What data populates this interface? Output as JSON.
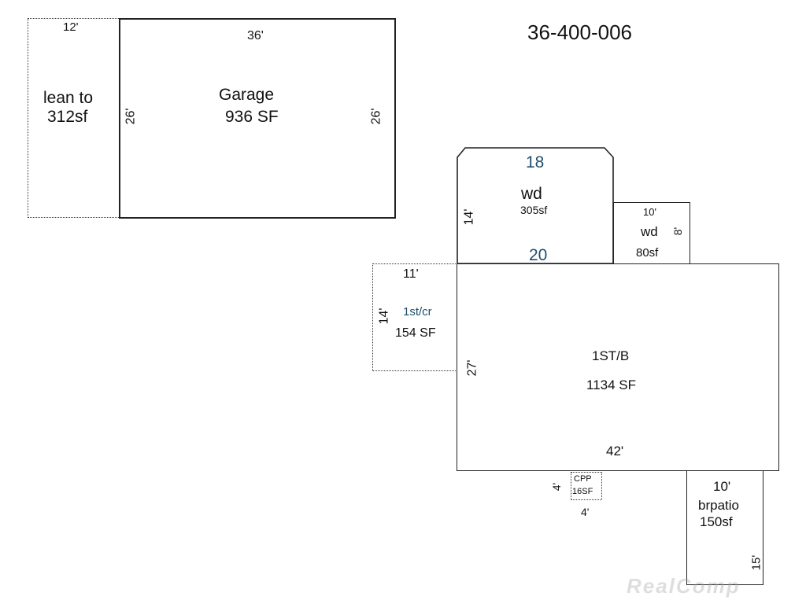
{
  "parcel_id": "36-400-006",
  "garage_group": {
    "lean_to": {
      "name": "lean to",
      "area": "312sf",
      "width_dim": "12'"
    },
    "garage": {
      "name": "Garage",
      "area": "936 SF",
      "top_dim": "36'",
      "left_dim": "26'",
      "right_dim": "26'"
    }
  },
  "house_group": {
    "wd_main": {
      "name": "wd",
      "area": "305sf",
      "top_dim": "18",
      "bottom_dim": "20",
      "side_dim": "14'"
    },
    "wd_small": {
      "name": "wd",
      "area": "80sf",
      "width_dim": "10'",
      "side_dim": "8'"
    },
    "first_cr": {
      "name": "1st/cr",
      "area": "154 SF",
      "width_dim": "11'",
      "side_dim": "14'"
    },
    "main": {
      "name": "1ST/B",
      "area": "1134 SF",
      "side_dim": "27'",
      "bottom_dim": "42'"
    },
    "cpp": {
      "name": "CPP",
      "area": "16SF",
      "side_dim": "4'",
      "bottom_dim": "4'"
    },
    "patio": {
      "name": "brpatio",
      "area": "150sf",
      "width_dim": "10'",
      "side_dim": "15'"
    }
  },
  "watermark": "RealComp"
}
